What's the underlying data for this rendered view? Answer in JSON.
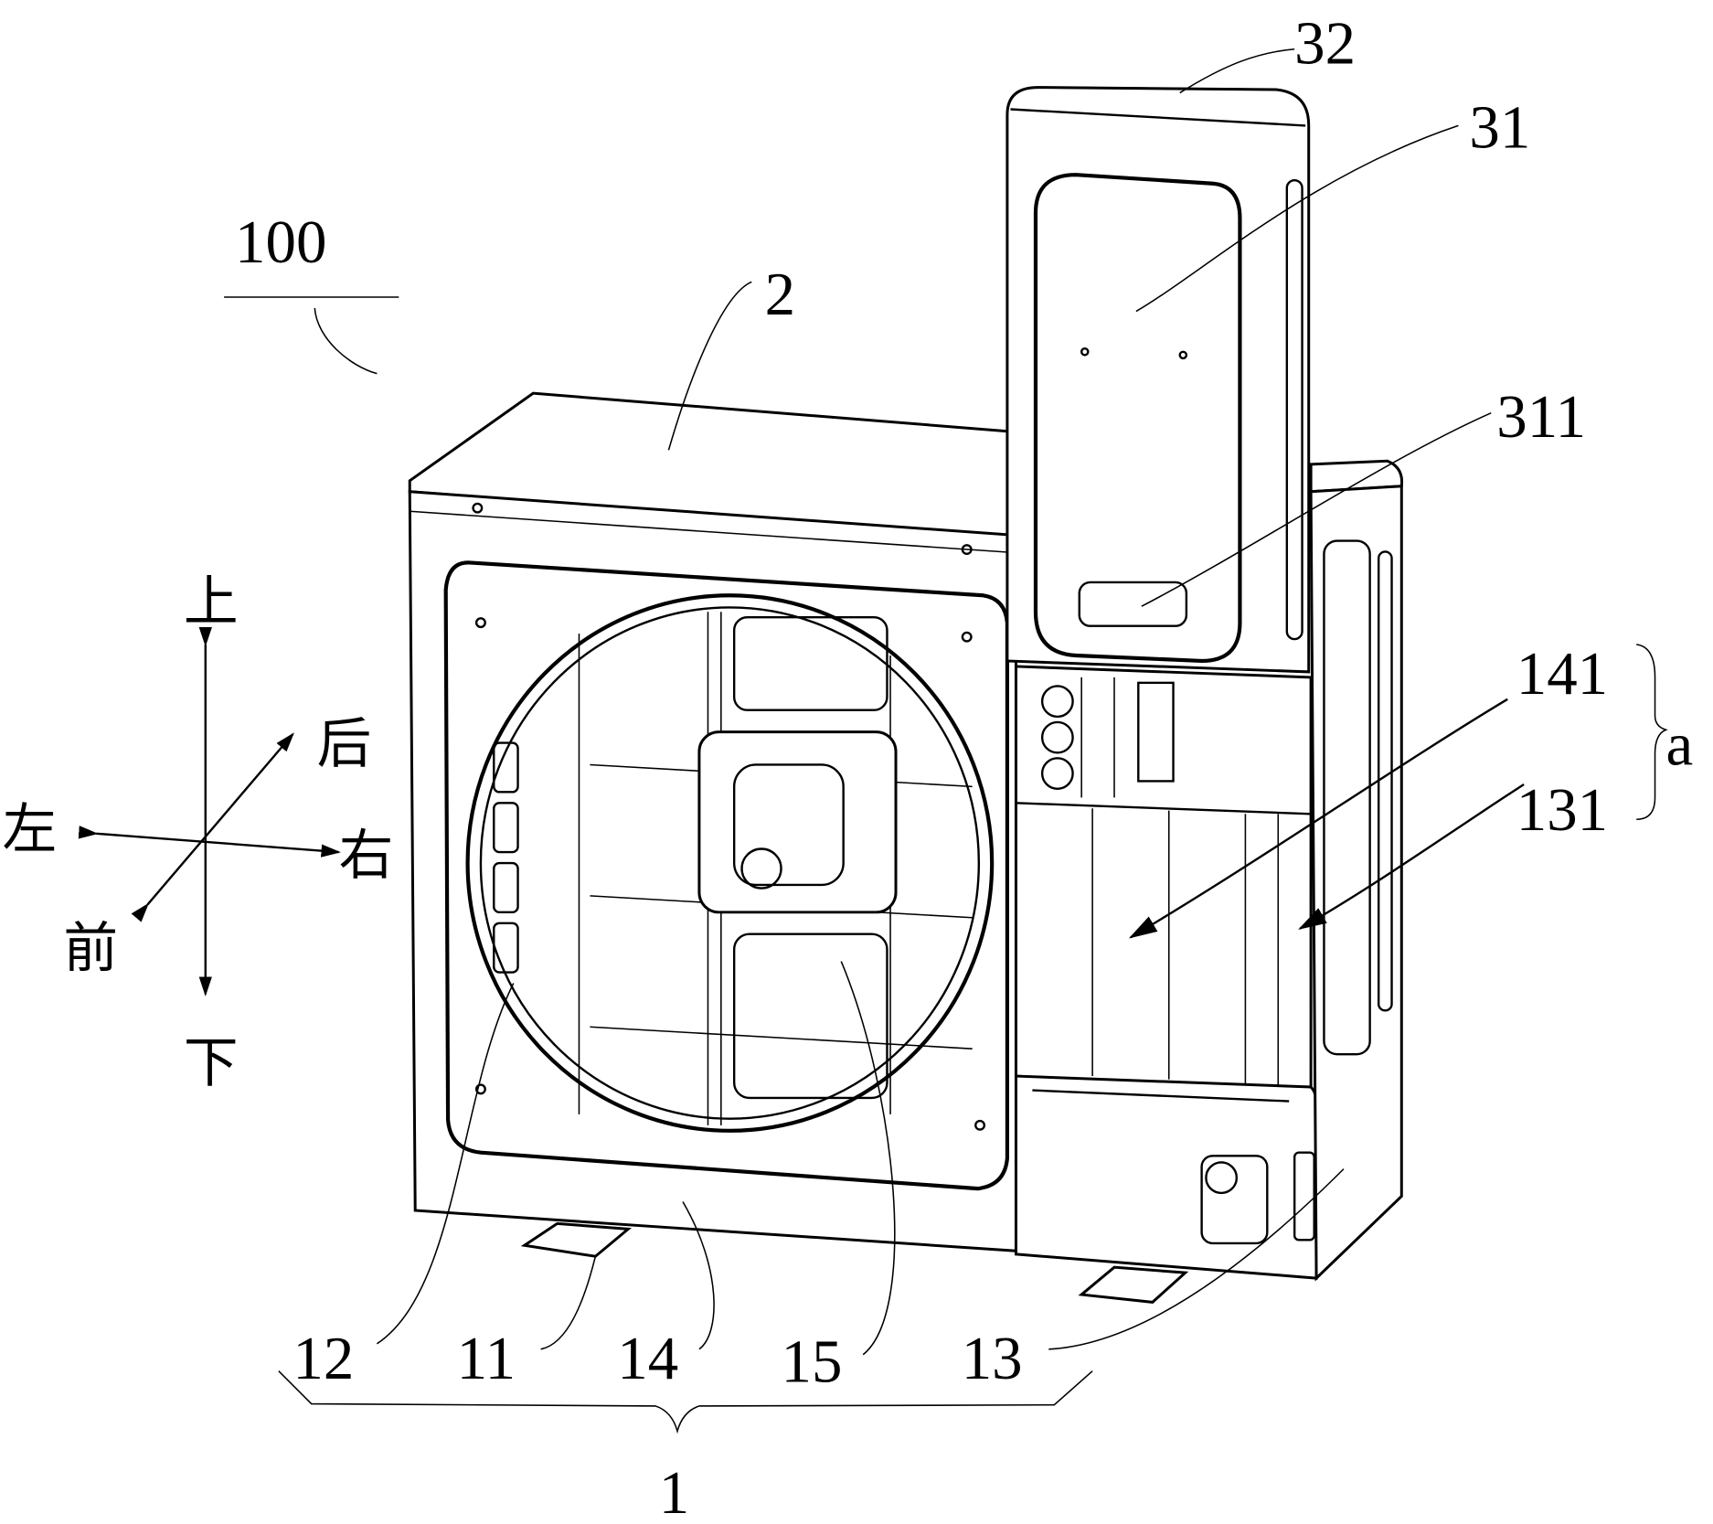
{
  "figure": {
    "reference_labels": {
      "assembly": "100",
      "top_cover": "2",
      "column_top": "32",
      "column_panel": "31",
      "handle": "311",
      "part_141": "141",
      "part_131": "131",
      "group_a": "a",
      "part_12": "12",
      "part_11": "11",
      "part_14": "14",
      "part_15": "15",
      "part_13": "13",
      "body": "1"
    },
    "directions": {
      "up": "上",
      "down": "下",
      "left": "左",
      "right": "右",
      "front": "前",
      "back": "后"
    }
  }
}
